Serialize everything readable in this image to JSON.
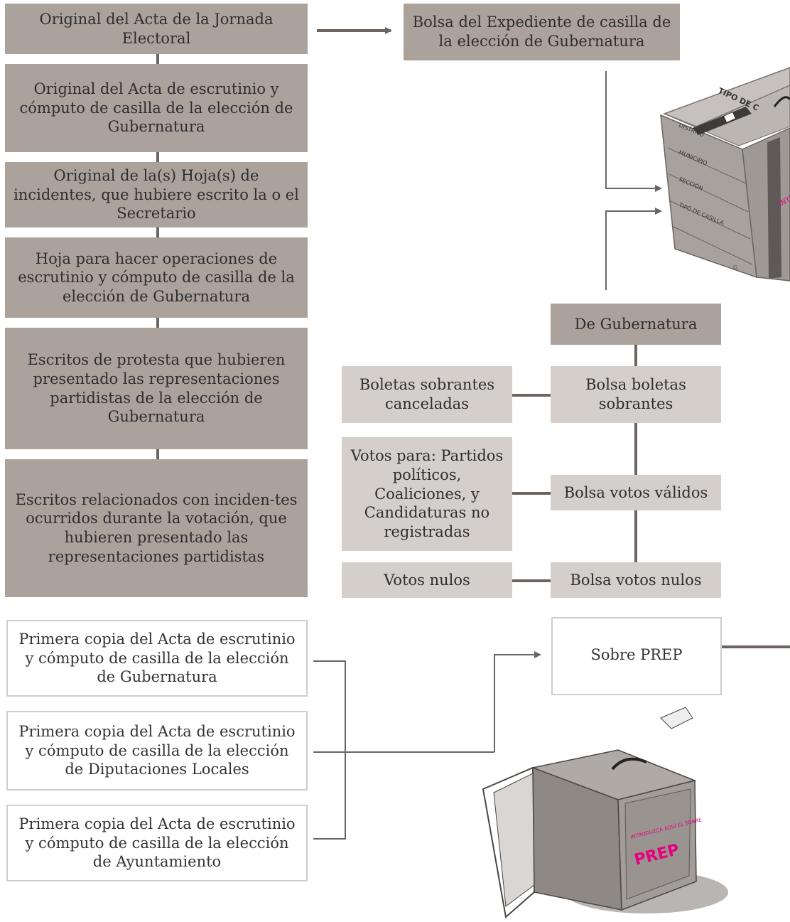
{
  "left_column": [
    "Original del Acta de la Jornada Electoral",
    "Original del Acta de escrutinio y cómputo de casilla de la elección de Gubernatura",
    "Original de la(s) Hoja(s) de incidentes, que hubiere escrito la o el Secretario",
    "Hoja para hacer operaciones de escrutinio y cómputo de casilla de la elección de Gubernatura",
    "Escritos de protesta que hubieren presentado las representaciones partidistas de la elección de Gubernatura",
    "Escritos relacionados con inciden-tes ocurridos durante la votación, que hubieren presentado las representaciones partidistas"
  ],
  "expediente_bag": "Bolsa del Expediente de casilla de la elección de Gubernatura",
  "gubernatura_header": "De Gubernatura",
  "bags": {
    "sobrantes": "Bolsa boletas sobrantes",
    "validos": "Bolsa votos válidos",
    "nulos": "Bolsa votos nulos"
  },
  "contents": {
    "sobrantes": "Boletas sobrantes canceladas",
    "validos": "Votos para: Partidos políticos, Coaliciones, y Candidaturas no registradas",
    "nulos": "Votos nulos"
  },
  "copies": [
    "Primera copia del Acta de escrutinio y cómputo de casilla de la elección de Gubernatura",
    "Primera copia del Acta de escrutinio y cómputo de casilla de la elección de Diputaciones Locales",
    "Primera copia del Acta de escrutinio y cómputo de casilla de la elección de Ayuntamiento"
  ],
  "prep_envelope": "Sobre PREP",
  "box_labels": {
    "distrito": "DISTRITO",
    "municipio": "MUNICIPIO",
    "seccion": "SECCIÓN",
    "tipo_casilla": "TIPO DE CASILLA",
    "tipo_top": "TIPO DE C",
    "intro_short": "INTR",
    "prep_intro": "INTRODUZCA AQUÍ EL SOBRE",
    "prep_big": "PREP"
  },
  "colors": {
    "dark_box": "#aba29c",
    "light_box": "#d5cfcb",
    "connector": "#6b6461",
    "magenta": "#e6007e"
  }
}
